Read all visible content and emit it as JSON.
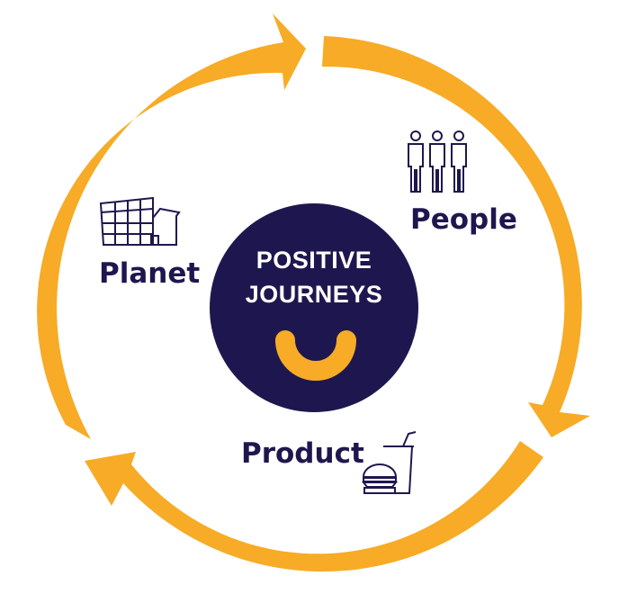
{
  "diagram": {
    "center": {
      "line1": "POSITIVE",
      "line2": "JOURNEYS",
      "icon": "smile-icon"
    },
    "nodes": [
      {
        "id": "people",
        "label": "People",
        "icon": "people-icon"
      },
      {
        "id": "planet",
        "label": "Planet",
        "icon": "building-icon"
      },
      {
        "id": "product",
        "label": "Product",
        "icon": "burger-drink-icon"
      }
    ],
    "colors": {
      "ring": "#f7ab26",
      "navy": "#1e174f",
      "text_on_navy": "#ffffff"
    }
  }
}
